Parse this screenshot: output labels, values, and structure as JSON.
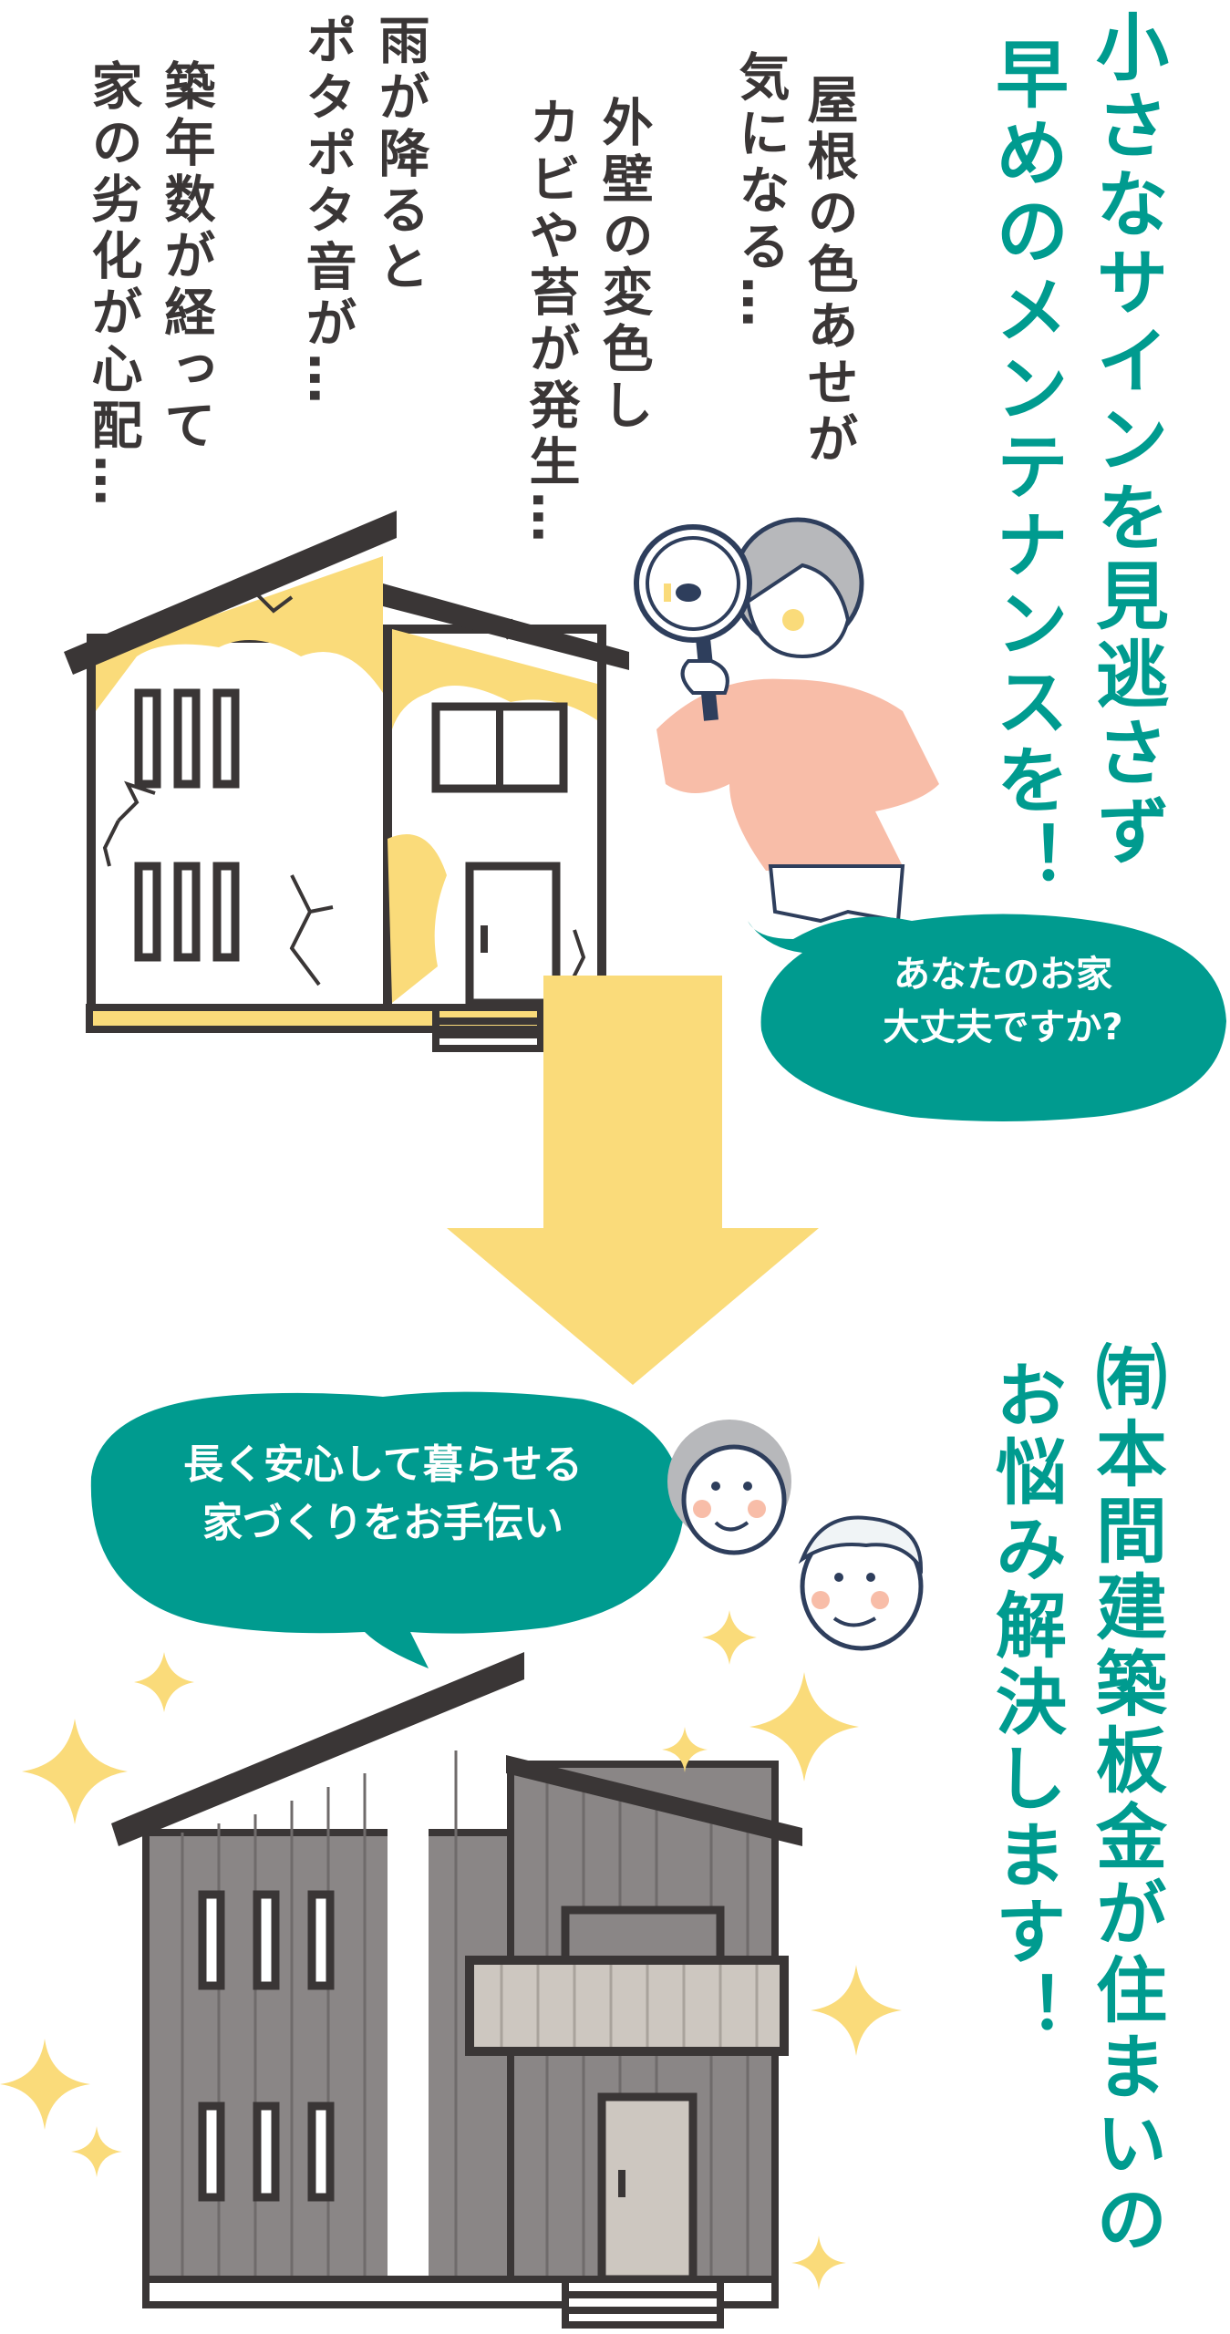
{
  "headline": {
    "line1": "小さなサインを見逃さず",
    "line2": "早めのメンテナンスを！"
  },
  "worries": [
    {
      "line1": "屋根の色あせが",
      "line2": "気になる…"
    },
    {
      "line1": "外壁の変色し",
      "line2": "カビや苔が発生…"
    },
    {
      "line1": "雨が降ると",
      "line2": "ポタポタ音が…"
    },
    {
      "line1": "築年数が経って",
      "line2": "家の劣化が心配…"
    }
  ],
  "bubble_question": {
    "line1": "あなたのお家",
    "line2": "大丈夫ですか?"
  },
  "bubble_answer": {
    "line1": "長く安心して暮らせる",
    "line2": "家づくりをお手伝い"
  },
  "solution": {
    "line1": "㈲本間建築板金が住まいの",
    "line2": "お悩み解決します！"
  },
  "colors": {
    "teal": "#009B8F",
    "yellow": "#FADB7A",
    "dark": "#3a3636",
    "pink": "#F8BDA8",
    "gray": "#8a8686"
  }
}
